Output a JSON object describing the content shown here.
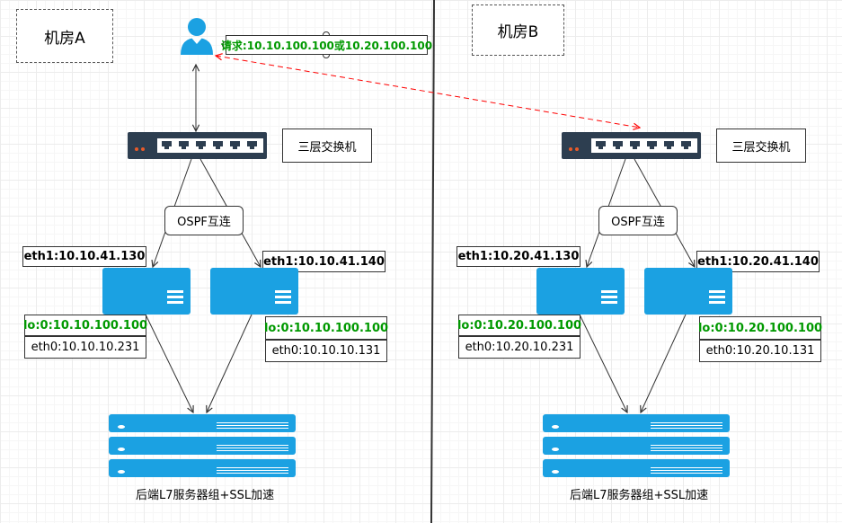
{
  "rooms": [
    {
      "label": "机房A",
      "switch_label": "三层交换机",
      "ospf_label": "OSPF互连",
      "lb1": {
        "eth1": "eth1:10.10.41.130",
        "lo": "lo:0:10.10.100.100",
        "eth0": "eth0:10.10.10.231"
      },
      "lb2": {
        "eth1": "eth1:10.10.41.140",
        "lo": "lo:0:10.10.100.100",
        "eth0": "eth0:10.10.10.131"
      },
      "backend_label": "后端L7服务器组+SSL加速"
    },
    {
      "label": "机房B",
      "switch_label": "三层交换机",
      "ospf_label": "OSPF互连",
      "lb1": {
        "eth1": "eth1:10.20.41.130",
        "lo": "lo:0:10.20.100.100",
        "eth0": "eth0:10.20.10.231"
      },
      "lb2": {
        "eth1": "eth1:10.20.41.140",
        "lo": "lo:0:10.20.100.100",
        "eth0": "eth0:10.20.10.131"
      },
      "backend_label": "后端L7服务器组+SSL加速"
    }
  ],
  "request_label": "请求:10.10.100.100或10.20.100.100",
  "icons": {
    "user": "user-icon",
    "switch": "network-switch-icon",
    "lb": "server-icon",
    "backend": "server-rack-icon"
  },
  "colors": {
    "server_blue": "#1ba1e2",
    "switch_dark": "#2d3e50",
    "highlight_green": "#009900",
    "request_arrow": "#ff0000",
    "divider": "#333333"
  }
}
